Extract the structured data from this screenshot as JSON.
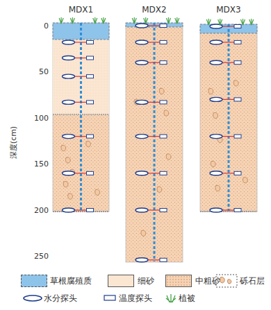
{
  "diagram": {
    "nodes": [
      {
        "text": [
          "MDX1"
        ]
      },
      {
        "text": [
          "MDX2"
        ]
      },
      {
        "text": [
          "MDX3"
        ]
      }
    ],
    "labels": [
      "0",
      "50",
      "100",
      "150",
      "200",
      "250",
      "深度(cm)"
    ],
    "legend": [
      {
        "text": "草根腐殖质",
        "color": "#8ec3ea"
      },
      {
        "text": "细砂",
        "color": "#fbe6d2"
      },
      {
        "text": "中粗砂",
        "color": "#f6d3b4"
      },
      {
        "text": "砾石层"
      },
      {
        "text": "水分探头"
      },
      {
        "text": "温度探头"
      },
      {
        "text": "植被"
      }
    ]
  }
}
